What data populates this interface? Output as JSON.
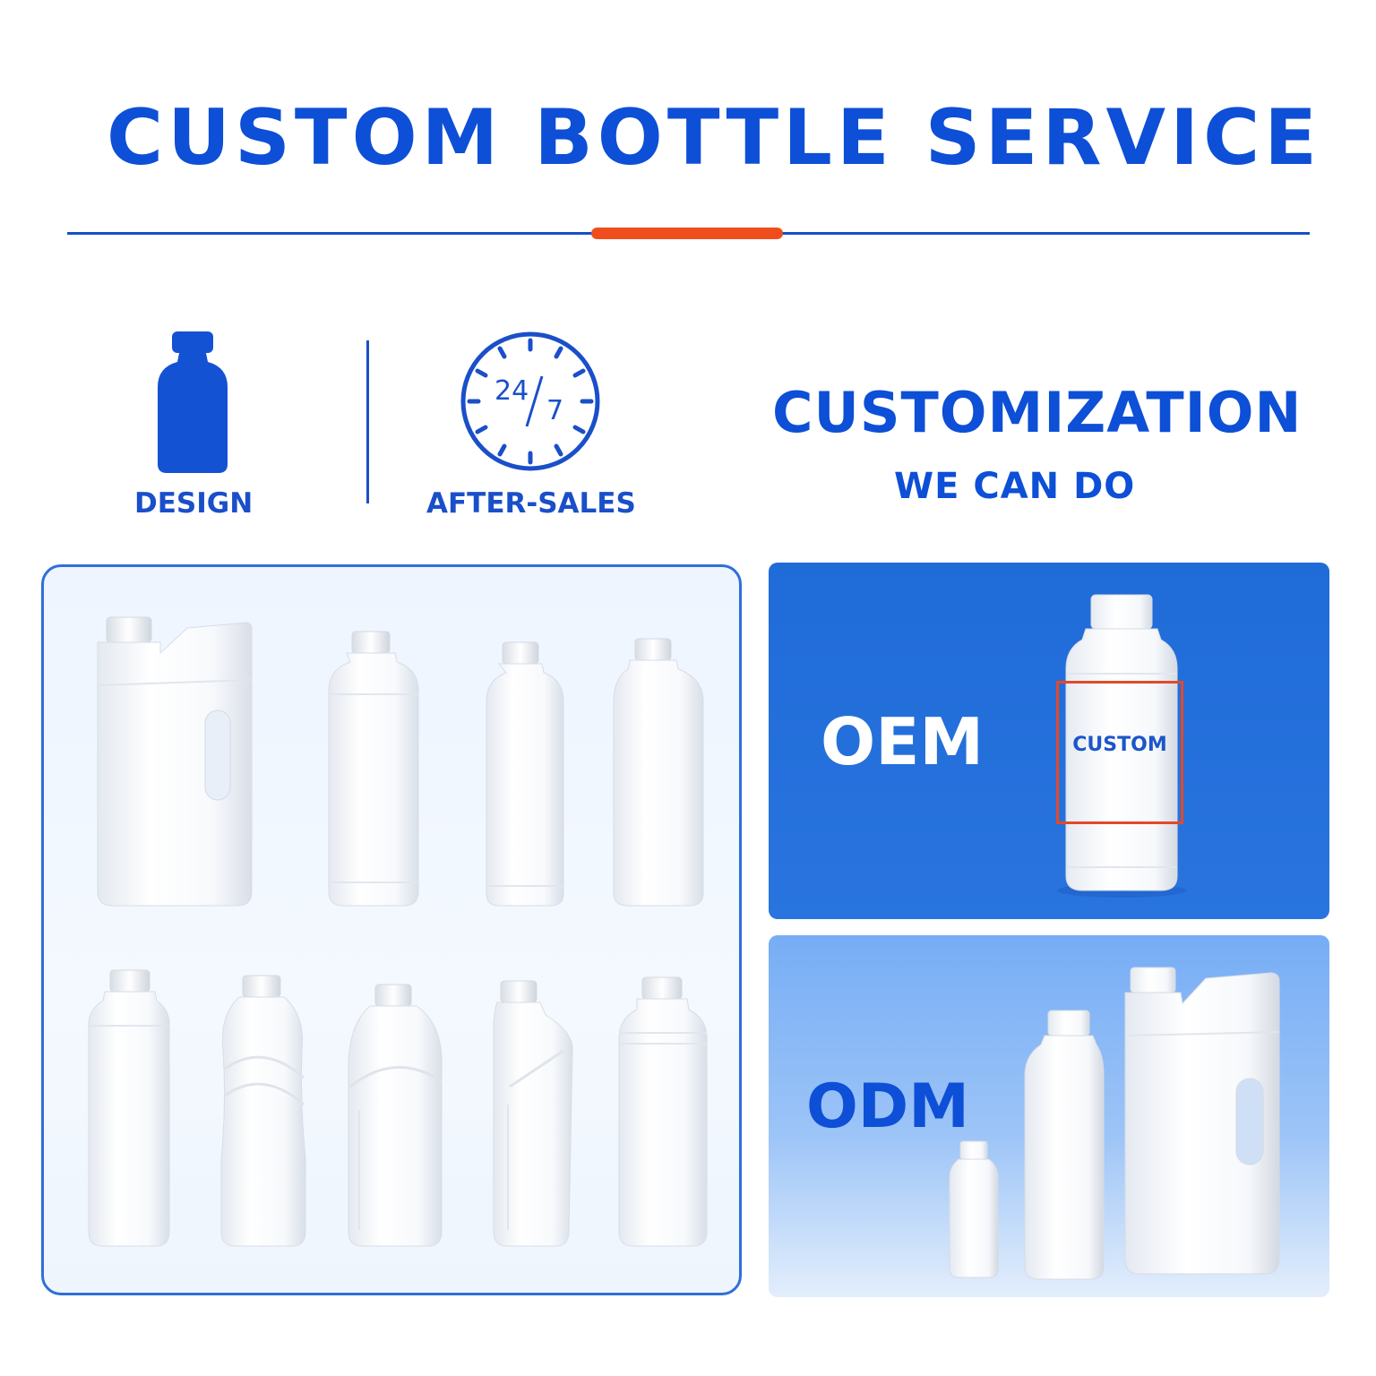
{
  "header": {
    "title": "CUSTOM BOTTLE SERVICE"
  },
  "features": {
    "design": {
      "label": "DESIGN",
      "icon": "bottle-icon"
    },
    "after_sales": {
      "label": "AFTER-SALES",
      "icon": "clock-24-7-icon",
      "clock_hours": "24",
      "clock_days": "7"
    }
  },
  "customization": {
    "title": "CUSTOMIZATION",
    "subtitle": "WE CAN DO"
  },
  "oem": {
    "label": "OEM",
    "custom_label": "CUSTOM"
  },
  "odm": {
    "label": "ODM"
  },
  "colors": {
    "primary_blue": "#0d4fd6",
    "accent_orange": "#f04d1c",
    "oem_panel": "#1f6bd8",
    "odm_panel": "#77adf5"
  }
}
